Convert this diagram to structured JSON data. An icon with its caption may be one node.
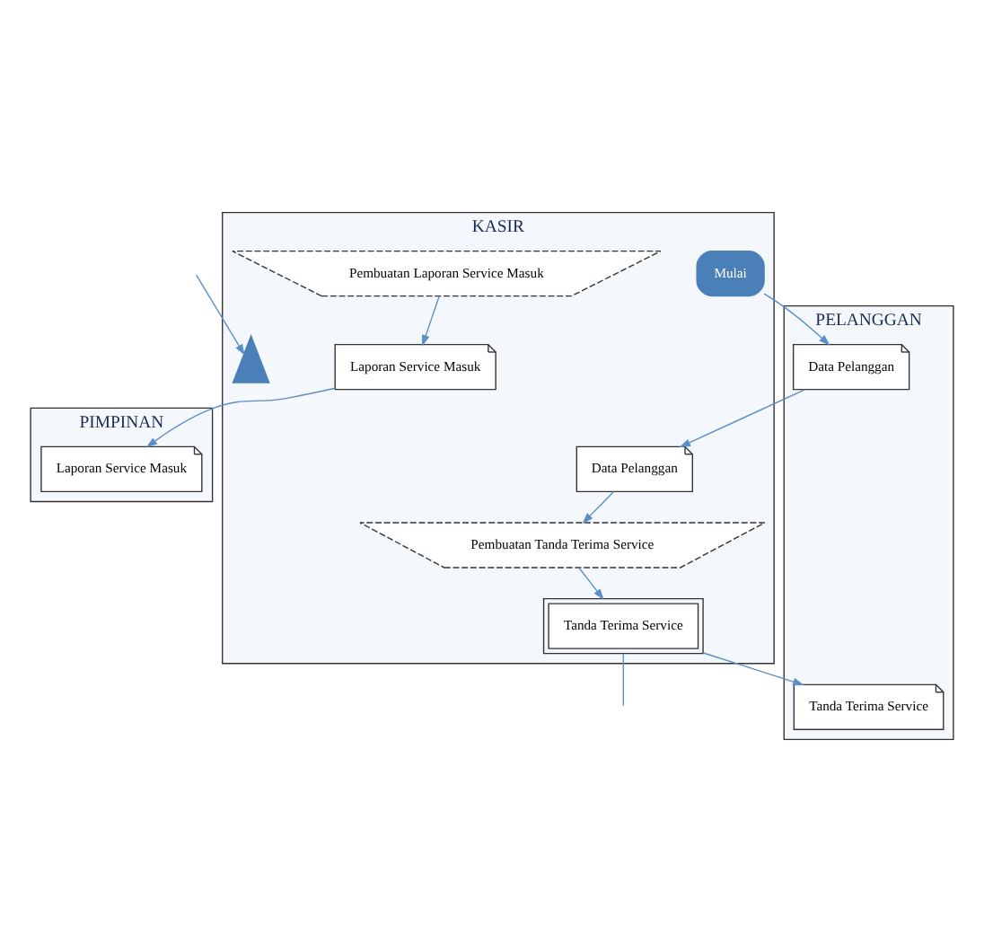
{
  "diagram": {
    "nodes": [
      {
        "text": [
          "PELANGGAN"
        ]
      },
      {
        "text": [
          "KASIR"
        ]
      },
      {
        "text": [
          "PIMPINAN"
        ]
      },
      {
        "text": [
          "Mulai"
        ],
        "in": 1
      },
      {
        "text": [
          "Data Pelanggan"
        ],
        "in": 0
      },
      {
        "text": [
          "Data Pelanggan"
        ],
        "in": 1
      },
      {
        "text": [
          "Pembuatan Tanda Terima Service"
        ],
        "in": 1
      },
      {
        "text": [
          "Tanda Terima Service"
        ],
        "in": 1
      },
      {
        "text": [],
        "shape": "triangle",
        "in": 1
      },
      {
        "text": [
          "Pembuatan Laporan Service Masuk"
        ],
        "in": 1
      },
      {
        "text": [
          "Tanda Terima Service"
        ],
        "in": 0
      },
      {
        "text": [
          "Laporan Service Masuk"
        ],
        "in": 1
      },
      {
        "text": [
          "Laporan Service Masuk"
        ],
        "in": 2
      }
    ],
    "edges": [
      {
        "from": 3,
        "to": 4,
        "arrow": "to"
      },
      {
        "from": 4,
        "to": 5,
        "arrow": "to"
      },
      {
        "from": 5,
        "to": 6,
        "arrow": "to"
      },
      {
        "from": 6,
        "to": 7,
        "arrow": "to"
      },
      {
        "from": 7,
        "to": null,
        "arrow": "none"
      },
      {
        "from": 7,
        "to": 10,
        "arrow": "to"
      },
      {
        "from": null,
        "to": 8,
        "arrow": "to"
      },
      {
        "from": 9,
        "to": 11,
        "arrow": "to"
      },
      {
        "from": 11,
        "to": 12,
        "arrow": "to"
      }
    ]
  }
}
